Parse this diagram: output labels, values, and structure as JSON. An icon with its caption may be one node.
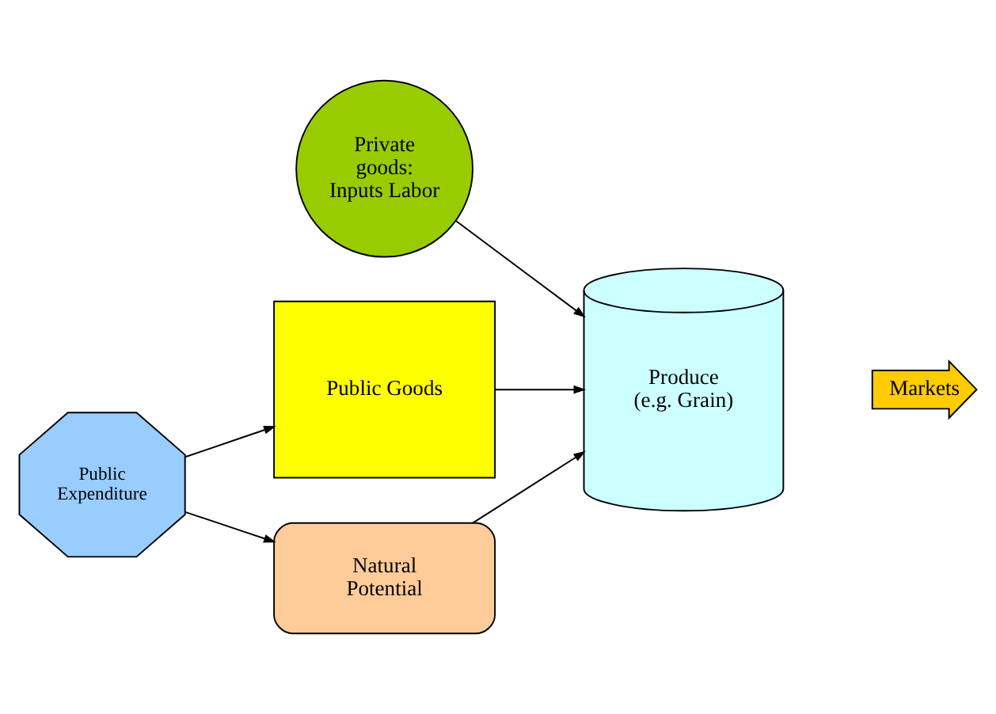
{
  "diagram": {
    "nodes": [
      {
        "text": [
          "Private goods: Inputs Labor"
        ]
      },
      {
        "text": [
          "Produce (e.g. Grain)"
        ]
      },
      {
        "text": [
          "Markets"
        ]
      },
      {
        "text": [
          "Public Goods"
        ]
      },
      {
        "text": [
          "Natural Potential"
        ]
      },
      {
        "text": [
          "Public Expenditure"
        ]
      }
    ],
    "edges": [
      {
        "from": 0,
        "to": 1,
        "arrow": "to"
      },
      {
        "from": 3,
        "to": 1,
        "arrow": "to"
      },
      {
        "from": 4,
        "to": 1,
        "arrow": "to"
      },
      {
        "from": 5,
        "to": 3,
        "arrow": "to"
      },
      {
        "from": 5,
        "to": 4,
        "arrow": "to"
      }
    ]
  }
}
